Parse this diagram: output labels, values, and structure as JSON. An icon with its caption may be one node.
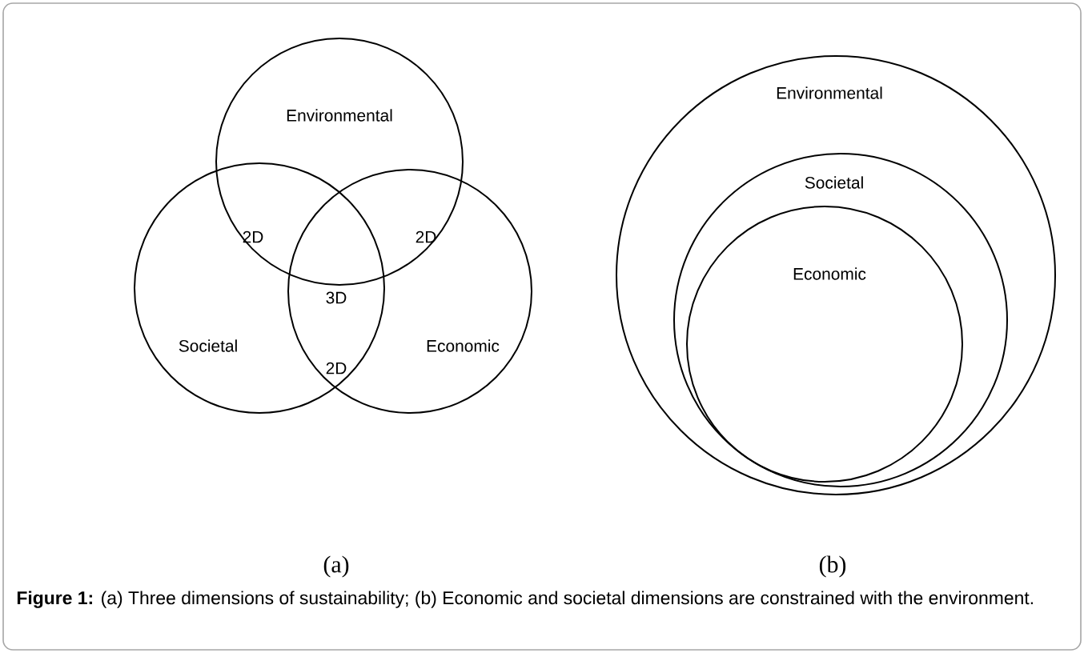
{
  "diagram": {
    "caption": "**Figure 1:** (a) Three dimensions of sustainability; (b) Economic and societal dimensions are constrained with the environment.",
    "nodes": [
      {
        "text": [
          "Environmental"
        ]
      },
      {
        "text": [
          "Societal"
        ]
      },
      {
        "text": [
          "Economic"
        ]
      },
      {
        "text": [
          "Environmental"
        ]
      },
      {
        "text": [
          "Societal"
        ],
        "in": 3
      },
      {
        "text": [
          "Economic"
        ],
        "in": 4
      }
    ],
    "labels": [
      "2D",
      "2D",
      "3D",
      "2D",
      "(a)",
      "(b)"
    ]
  }
}
